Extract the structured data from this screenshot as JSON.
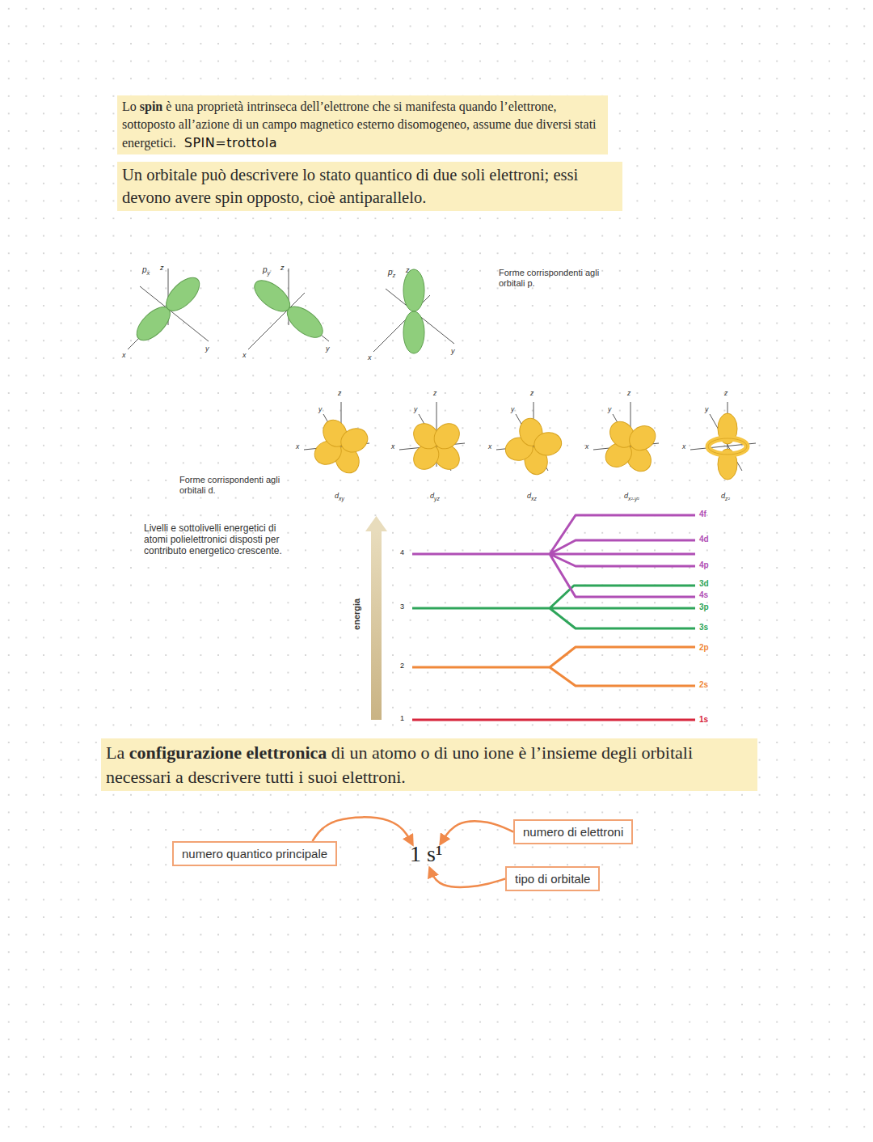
{
  "diagram": {
    "nodes": [
      {
        "text": [
          "Lo spin è una proprietà intrinseca dell’elettrone che si manifesta quando l’elettrone, sottoposto all’azione di un campo magnetico esterno disomogeneo, assume due diversi stati energetici.",
          "SPIN=trottola"
        ]
      },
      {
        "text": [
          "Un orbitale può descrivere lo stato quantico di due soli elettroni; essi devono avere spin opposto, cioè antiparallelo."
        ]
      },
      {
        "text": [
          "La configurazione elettronica di un atomo o di uno ione è l’insieme degli orbitali necessari a descrivere tutti i suoi elettroni."
        ]
      },
      {
        "text": [
          "numero di elettroni"
        ]
      },
      {
        "text": [
          "numero quantico principale"
        ]
      },
      {
        "text": [
          "1 s¹"
        ]
      },
      {
        "text": [
          "tipo di orbitale"
        ]
      }
    ],
    "edges": [
      {
        "from": 4,
        "to": 5,
        "arrow": "to"
      },
      {
        "from": 3,
        "to": 5,
        "arrow": "to"
      },
      {
        "from": 6,
        "to": 5,
        "arrow": "to"
      }
    ],
    "labels": [
      "Forme corrispondenti agli orbitali p.",
      "px",
      "z",
      "x",
      "y",
      "py",
      "z",
      "x",
      "y",
      "pz",
      "z",
      "x",
      "y",
      "Forme corrispondenti agli orbitali d.",
      "y",
      "z",
      "x",
      "dxy",
      "y",
      "z",
      "x",
      "dyz",
      "y",
      "z",
      "x",
      "dxz",
      "y",
      "z",
      "x",
      "dx²-y²",
      "y",
      "z",
      "x",
      "dz²",
      "Livelli e sottolivelli energetici di atomi polielettronici disposti per contributo energetico crescente.",
      "energia",
      "4",
      "3",
      "2",
      "1",
      "4f",
      "4d",
      "4p",
      "3d",
      "4s",
      "3p",
      "3s",
      "2p",
      "2s",
      "1s"
    ]
  }
}
